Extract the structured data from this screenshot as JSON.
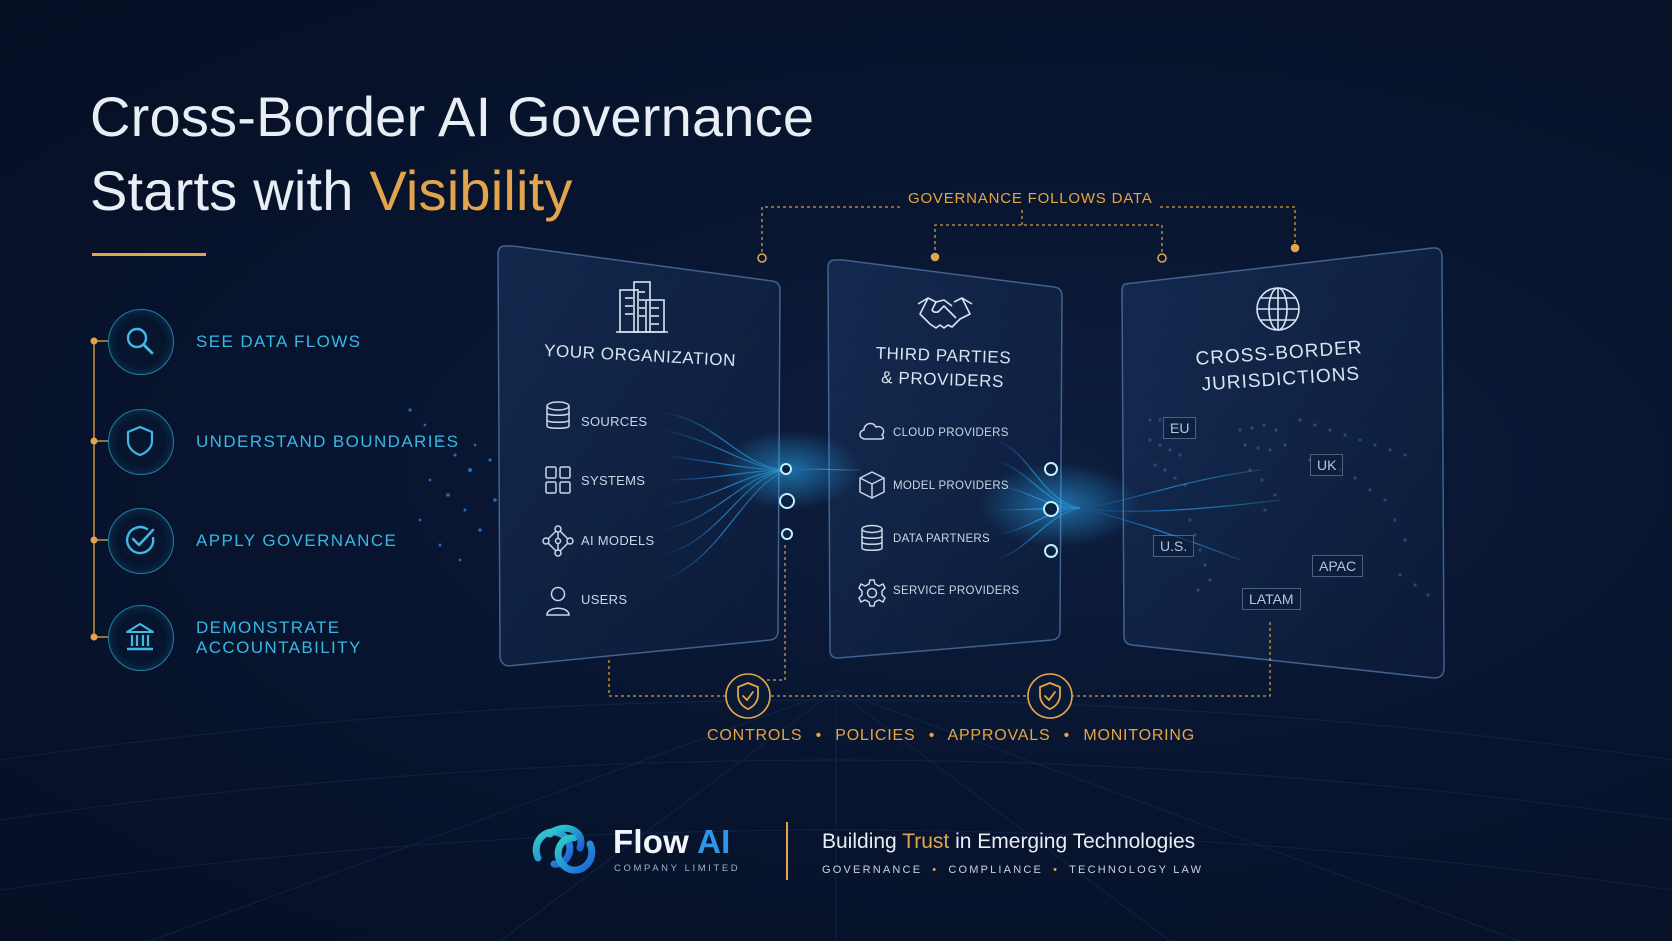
{
  "headline": {
    "line1": "Cross-Border AI Governance",
    "line2_prefix": "Starts with ",
    "line2_accent": "Visibility"
  },
  "features": [
    {
      "label": "SEE DATA FLOWS",
      "icon": "magnifier-icon"
    },
    {
      "label": "UNDERSTAND BOUNDARIES",
      "icon": "shield-icon"
    },
    {
      "label": "APPLY GOVERNANCE",
      "icon": "check-circle-icon"
    },
    {
      "label_line1": "DEMONSTRATE",
      "label_line2": "ACCOUNTABILITY",
      "icon": "institution-icon"
    }
  ],
  "governance_follows_data": "GOVERNANCE FOLLOWS DATA",
  "panels": {
    "organization": {
      "title": "YOUR ORGANIZATION",
      "icon": "building-icon",
      "items": [
        {
          "label": "SOURCES",
          "icon": "database-icon"
        },
        {
          "label": "SYSTEMS",
          "icon": "grid-icon"
        },
        {
          "label": "AI MODELS",
          "icon": "network-icon"
        },
        {
          "label": "USERS",
          "icon": "user-icon"
        }
      ]
    },
    "third_parties": {
      "title_line1": "THIRD PARTIES",
      "title_line2": "& PROVIDERS",
      "icon": "handshake-icon",
      "items": [
        {
          "label": "CLOUD PROVIDERS",
          "icon": "cloud-icon"
        },
        {
          "label": "MODEL PROVIDERS",
          "icon": "cube-icon"
        },
        {
          "label": "DATA PARTNERS",
          "icon": "database-icon"
        },
        {
          "label": "SERVICE PROVIDERS",
          "icon": "gear-icon"
        }
      ]
    },
    "jurisdictions": {
      "title_line1": "CROSS-BORDER",
      "title_line2": "JURISDICTIONS",
      "icon": "globe-icon",
      "regions": [
        "EU",
        "UK",
        "U.S.",
        "APAC",
        "LATAM"
      ]
    }
  },
  "controls": {
    "items": [
      "CONTROLS",
      "POLICIES",
      "APPROVALS",
      "MONITORING"
    ],
    "icon": "shield-check-icon"
  },
  "brand": {
    "name": "Flow",
    "name_accent": "AI",
    "subtitle": "COMPANY LIMITED",
    "logo_icon": "knot-logo-icon"
  },
  "tagline": {
    "prefix": "Building ",
    "accent": "Trust",
    "suffix": " in Emerging Technologies",
    "items": [
      "GOVERNANCE",
      "COMPLIANCE",
      "TECHNOLOGY LAW"
    ]
  },
  "colors": {
    "background": "#081530",
    "accent_gold": "#e3a54c",
    "accent_cyan": "#37b8e3",
    "brand_blue": "#2f95e6"
  }
}
